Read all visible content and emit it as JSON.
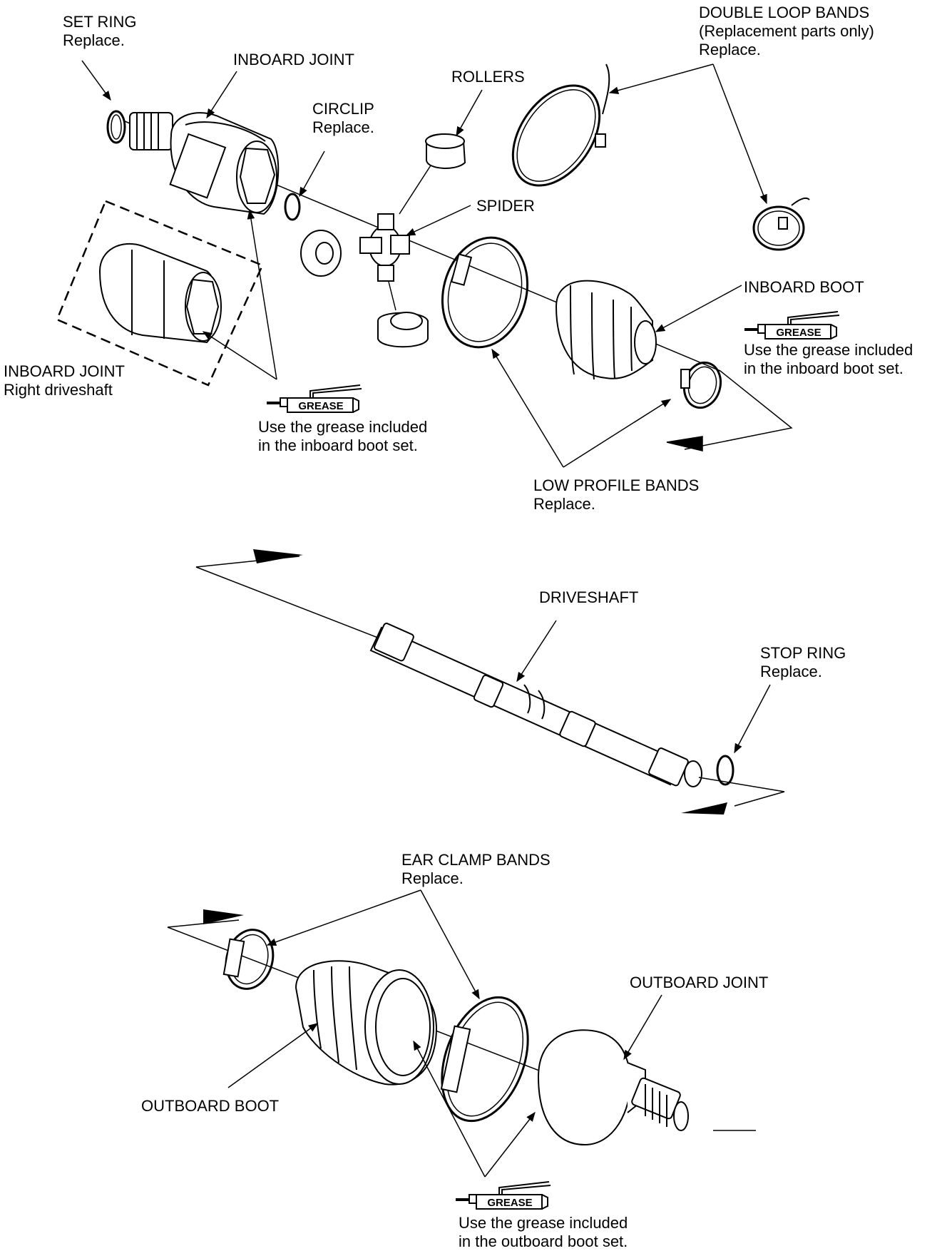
{
  "labels": {
    "set_ring": {
      "name": "SET RING",
      "note": "Replace."
    },
    "inboard_joint": {
      "name": "INBOARD JOINT"
    },
    "rollers": {
      "name": "ROLLERS"
    },
    "double_loop_bands": {
      "name": "DOUBLE LOOP BANDS",
      "note1": "(Replacement parts only)",
      "note2": "Replace."
    },
    "circlip": {
      "name": "CIRCLIP",
      "note": "Replace."
    },
    "spider": {
      "name": "SPIDER"
    },
    "inboard_boot": {
      "name": "INBOARD BOOT"
    },
    "inboard_joint_right": {
      "name": "INBOARD JOINT",
      "note": "Right driveshaft"
    },
    "low_profile_bands": {
      "name": "LOW PROFILE BANDS",
      "note": "Replace."
    },
    "driveshaft": {
      "name": "DRIVESHAFT"
    },
    "stop_ring": {
      "name": "STOP RING",
      "note": "Replace."
    },
    "ear_clamp_bands": {
      "name": "EAR CLAMP BANDS",
      "note": "Replace."
    },
    "outboard_joint": {
      "name": "OUTBOARD JOINT"
    },
    "outboard_boot": {
      "name": "OUTBOARD BOOT"
    }
  },
  "grease_notes": {
    "badge": "GREASE",
    "inboard_joint": {
      "line1": "Use the grease included",
      "line2": "in the inboard boot set."
    },
    "inboard_boot": {
      "line1": "Use the grease included",
      "line2": "in the inboard boot set."
    },
    "outboard": {
      "line1": "Use the grease included",
      "line2": "in the outboard boot set."
    }
  },
  "colors": {
    "ink": "#000000",
    "paper": "#ffffff",
    "shade": "#d9d9d9"
  },
  "icons": [
    "grease-tube-icon",
    "leader-arrow-icon",
    "section-continuation-arrow-icon"
  ]
}
